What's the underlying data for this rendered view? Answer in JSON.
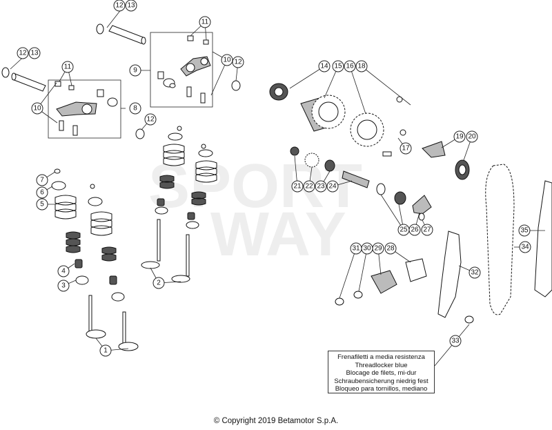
{
  "watermark": {
    "line1": "SPORT",
    "line2": "WAY"
  },
  "part_numbers": [
    "1",
    "2",
    "3",
    "4",
    "5",
    "6",
    "7",
    "8",
    "9",
    "10",
    "10",
    "11",
    "11",
    "12",
    "12",
    "12",
    "13",
    "13",
    "14",
    "15",
    "16",
    "17",
    "18",
    "19",
    "20",
    "21",
    "22",
    "23",
    "24",
    "25",
    "26",
    "27",
    "28",
    "29",
    "30",
    "31",
    "32",
    "33",
    "34",
    "35"
  ],
  "note": {
    "lines": [
      "Frenafiletti a media resistenza",
      "Threadlocker blue",
      "Blocage de filets, mi-dur",
      "Schraubensicherung niedrig fest",
      "Bloqueo para tornillos, mediano"
    ]
  },
  "copyright": "© Copyright 2019 Betamotor S.p.A."
}
